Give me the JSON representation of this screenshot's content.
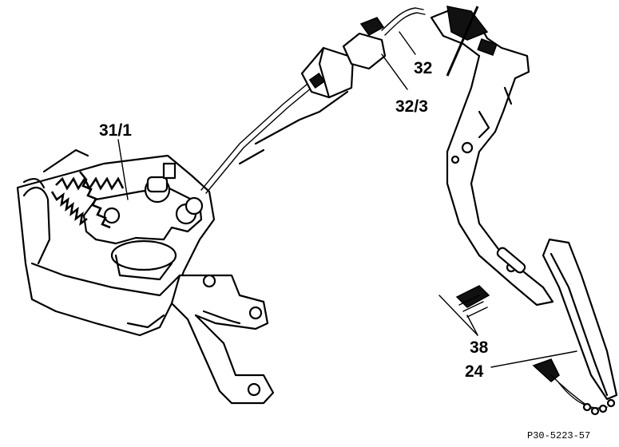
{
  "callouts": {
    "c31_1": "31/1",
    "c32": "32",
    "c32_3": "32/3",
    "c38": "38",
    "c24": "24"
  },
  "figure_id": "P30-5223-57"
}
